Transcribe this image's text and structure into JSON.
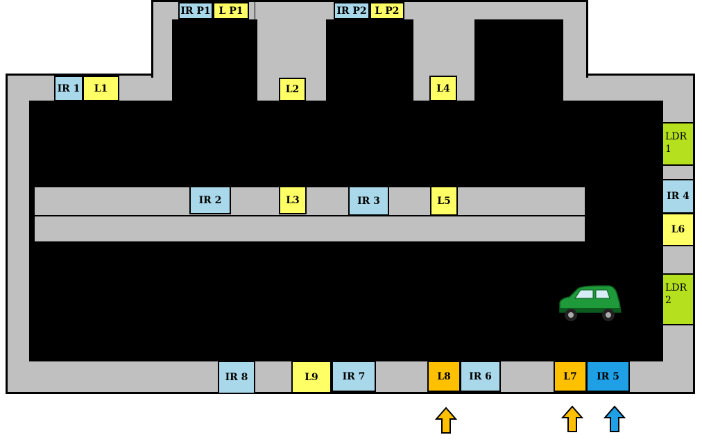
{
  "labels": {
    "ir_p1": "IR P1",
    "l_p1": "L P1",
    "ir_p2": "IR P2",
    "l_p2": "L P2",
    "ir1": "IR 1",
    "l1": "L1",
    "l2": "L2",
    "l4": "L4",
    "ir2": "IR 2",
    "l3": "L3",
    "ir3": "IR 3",
    "l5": "L5",
    "ldr1_line1": "LDR",
    "ldr1_line2": "1",
    "ir4": "IR 4",
    "l6": "L6",
    "ldr2_line1": "LDR",
    "ldr2_line2": "2",
    "ir8": "IR 8",
    "l9": "L9",
    "ir7": "IR 7",
    "l8": "L8",
    "ir6": "IR 6",
    "l7": "L7",
    "ir5": "IR 5"
  },
  "colors": {
    "floor": "#c0c0c0",
    "road": "#000000",
    "ir": "#a8d8ea",
    "led": "#ffff66",
    "led_active": "#ffc000",
    "ir_active": "#1fa0e6",
    "ldr": "#b4e01e",
    "car": "#1f9a3a",
    "arrow_orange": "#ffc000",
    "arrow_blue": "#1fa0e6"
  },
  "icons": [
    "car-icon",
    "arrow-up-icon"
  ]
}
